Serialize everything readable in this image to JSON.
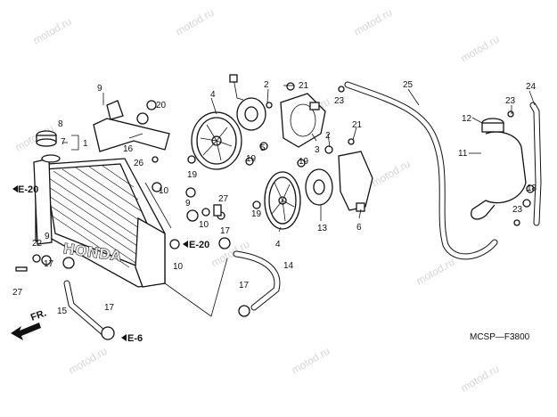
{
  "watermark": "motod.ru",
  "diagram_code": "MCSP—F3800",
  "brand_text": "HONDA",
  "callouts": {
    "c1": "1",
    "c2a": "2",
    "c2b": "2",
    "c3": "3",
    "c4a": "4",
    "c4b": "4",
    "c5": "5",
    "c6": "6",
    "c7": "7",
    "c8": "8",
    "c9a": "9",
    "c9b": "9",
    "c9c": "9",
    "c10a": "10",
    "c10b": "10",
    "c10c": "10",
    "c11": "11",
    "c12": "12",
    "c13": "13",
    "c14": "14",
    "c15": "15",
    "c16": "16",
    "c17a": "17",
    "c17b": "17",
    "c17c": "17",
    "c17d": "17",
    "c18": "18",
    "c19a": "19",
    "c19b": "19",
    "c19c": "19",
    "c19d": "19",
    "c20": "20",
    "c21a": "21",
    "c21b": "21",
    "c22": "22",
    "c23a": "23",
    "c23b": "23",
    "c23c": "23",
    "c24": "24",
    "c25": "25",
    "c26": "26",
    "c27a": "27",
    "c27b": "27"
  },
  "references": {
    "e20a": "E-20",
    "e20b": "E-20",
    "e6": "E-6",
    "fr": "FR."
  }
}
